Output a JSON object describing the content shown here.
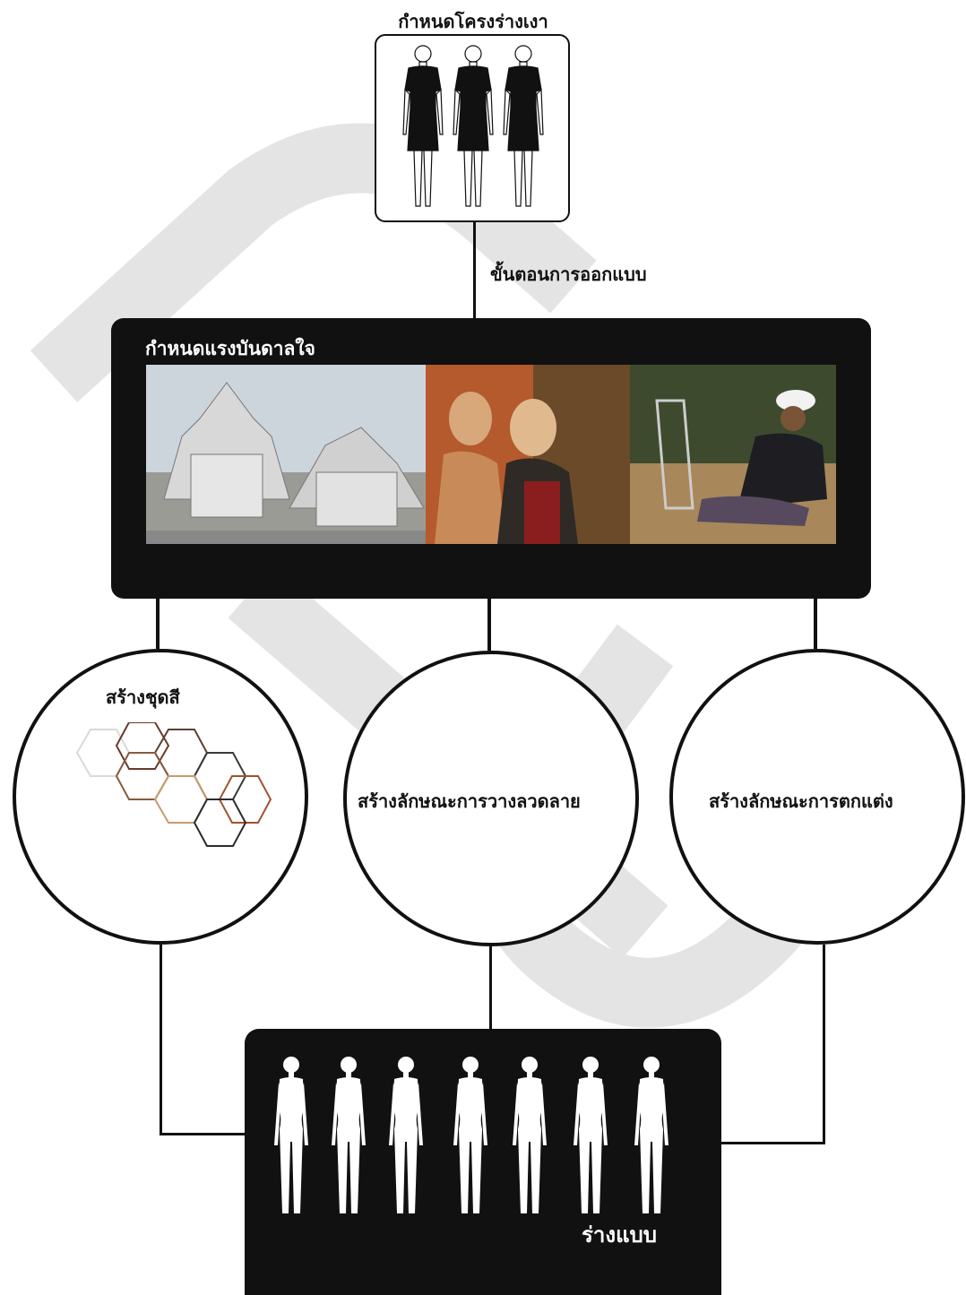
{
  "top": {
    "title": "กำหนดโครงร่างเงา",
    "silhouette_count": 3
  },
  "connector_label": "ขั้นตอนการออกแบบ",
  "inspiration": {
    "title": "กำหนดแรงบันดาลใจ",
    "photos": [
      {
        "icon": "temple-photo"
      },
      {
        "icon": "mural-painting-photo"
      },
      {
        "icon": "weaver-photo"
      }
    ]
  },
  "circles": {
    "color_set": "สร้างชุดสี",
    "pattern_layout": "สร้างลักษณะการวางลวดลาย",
    "decoration": "สร้างลักษณะการตกแต่ง"
  },
  "hexagon_colors": [
    "#e0e0e0",
    "#6b3a2a",
    "#8a5a3c",
    "#5c4033",
    "#3a3a3a",
    "#a0522d",
    "#c69c6d",
    "#2b2b2b"
  ],
  "result": {
    "label": "ร่างแบบ",
    "figure_count": 7
  },
  "colors": {
    "panel": "#111111",
    "watermark": "#e6e6e6"
  }
}
